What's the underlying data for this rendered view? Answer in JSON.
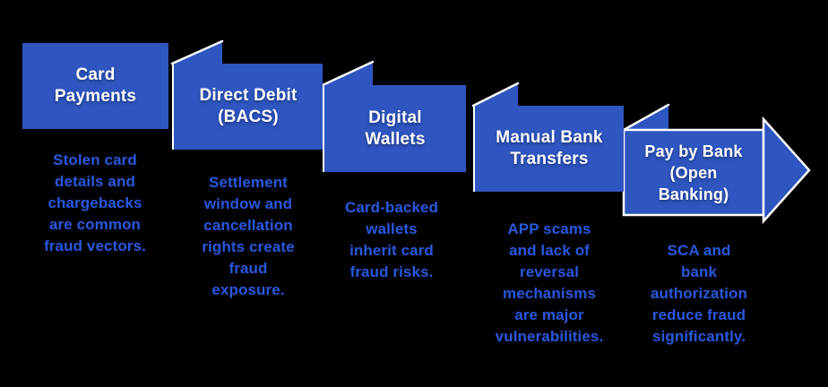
{
  "diagram": {
    "type": "process-ribbon-flow",
    "topic": "Payment methods and fraud characteristics",
    "background_color": "#000000",
    "colors": {
      "box_fill": "#2E55C0",
      "box_title_text": "#FFFFFF",
      "description_text": "#2A57DB",
      "fold_edge": "#FFFFFF"
    },
    "steps": [
      {
        "title": "Card\nPayments",
        "description": "Stolen card\ndetails and\nchargebacks\nare common\nfraud vectors."
      },
      {
        "title": "Direct Debit\n(BACS)",
        "description": "Settlement\nwindow and\ncancellation\nrights create\nfraud\nexposure."
      },
      {
        "title": "Digital\nWallets",
        "description": "Card-backed\nwallets\ninherit card\nfraud risks."
      },
      {
        "title": "Manual Bank\nTransfers",
        "description": "APP scams\nand lack of\nreversal\nmechanisms\nare major\nvulnerabilities."
      },
      {
        "title": "Pay by Bank\n(Open\nBanking)",
        "description": "SCA and\nbank\nauthorization\nreduce fraud\nsignificantly."
      }
    ]
  }
}
